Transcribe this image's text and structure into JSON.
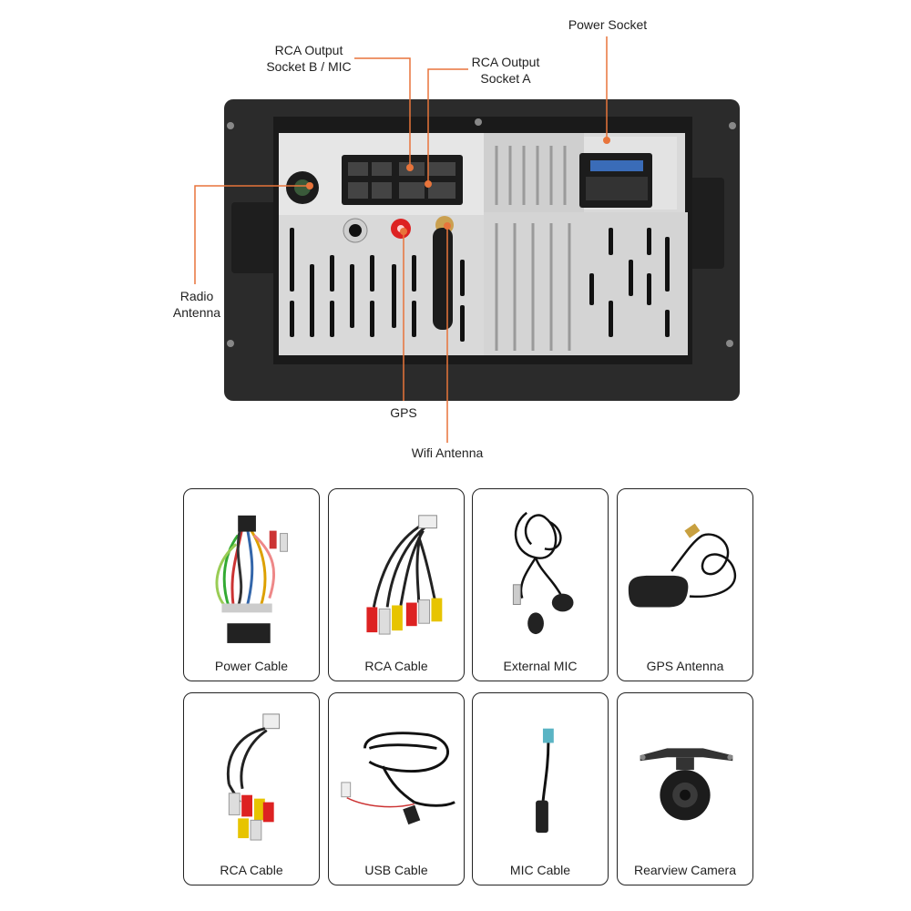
{
  "callouts": {
    "rca_b_line1": "RCA Output",
    "rca_b_line2": "Socket B / MIC",
    "rca_a_line1": "RCA Output",
    "rca_a_line2": "Socket A",
    "power_socket": "Power Socket",
    "radio_line1": "Radio",
    "radio_line2": "Antenna",
    "gps": "GPS",
    "wifi": "Wifi Antenna"
  },
  "accessories": [
    {
      "label": "Power Cable",
      "icon": "power-cable-icon"
    },
    {
      "label": "RCA Cable",
      "icon": "rca-cable-icon"
    },
    {
      "label": "External MIC",
      "icon": "external-mic-icon"
    },
    {
      "label": "GPS Antenna",
      "icon": "gps-antenna-icon"
    },
    {
      "label": "RCA Cable",
      "icon": "rca-cable-short-icon"
    },
    {
      "label": "USB Cable",
      "icon": "usb-cable-icon"
    },
    {
      "label": "MIC Cable",
      "icon": "mic-cable-icon"
    },
    {
      "label": "Rearview Camera",
      "icon": "rearview-camera-icon"
    }
  ],
  "colors": {
    "leader_line": "#e8743b",
    "housing": "#2b2b2b",
    "metal": "#d9d9d9",
    "card_border": "#222222"
  }
}
